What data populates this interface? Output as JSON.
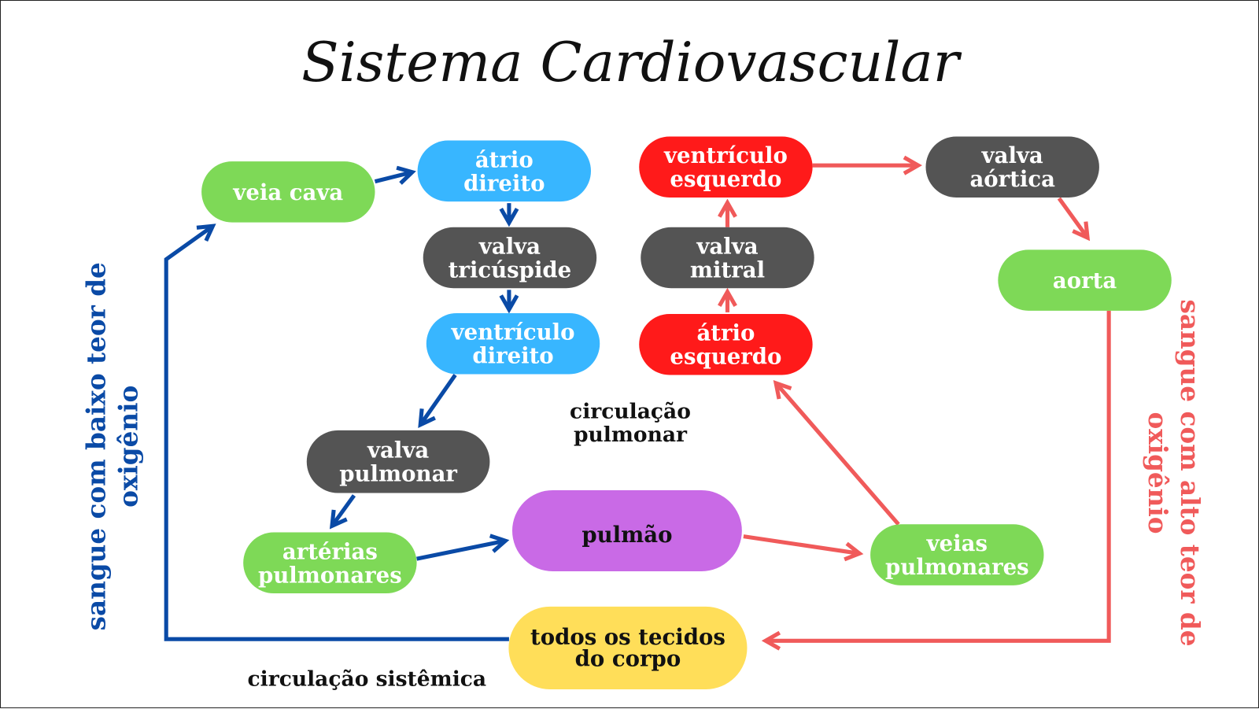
{
  "title": "Sistema Cardiovascular",
  "colors": {
    "green": "#7ed957",
    "blue": "#38b6ff",
    "dark": "#545454",
    "red": "#ff1a1a",
    "purple": "#c96ae6",
    "yellow": "#ffde59",
    "arrow_blue": "#0a4aa6",
    "arrow_red": "#f05a5a"
  },
  "nodes": {
    "veia_cava": {
      "lines": [
        "veia cava"
      ],
      "color": "green"
    },
    "atrio_direito": {
      "lines": [
        "átrio",
        "direito"
      ],
      "color": "blue"
    },
    "valva_tricuspide": {
      "lines": [
        "valva",
        "tricúspide"
      ],
      "color": "dark"
    },
    "ventriculo_direito": {
      "lines": [
        "ventrículo",
        "direito"
      ],
      "color": "blue"
    },
    "valva_pulmonar": {
      "lines": [
        "valva",
        "pulmonar"
      ],
      "color": "dark"
    },
    "arterias_pulmonares": {
      "lines": [
        "artérias",
        "pulmonares"
      ],
      "color": "green"
    },
    "pulmao": {
      "lines": [
        "pulmão"
      ],
      "color": "purple"
    },
    "veias_pulmonares": {
      "lines": [
        "veias",
        "pulmonares"
      ],
      "color": "green"
    },
    "atrio_esquerdo": {
      "lines": [
        "átrio",
        "esquerdo"
      ],
      "color": "red"
    },
    "valva_mitral": {
      "lines": [
        "valva",
        "mitral"
      ],
      "color": "dark"
    },
    "ventriculo_esquerdo": {
      "lines": [
        "ventrículo",
        "esquerdo"
      ],
      "color": "red"
    },
    "valva_aortica": {
      "lines": [
        "valva",
        "aórtica"
      ],
      "color": "dark"
    },
    "aorta": {
      "lines": [
        "aorta"
      ],
      "color": "green"
    },
    "tecidos": {
      "lines": [
        "todos os tecidos",
        "do corpo"
      ],
      "color": "yellow"
    }
  },
  "labels": {
    "circulacao_pulmonar": [
      "circulação",
      "pulmonar"
    ],
    "circulacao_sistemica": "circulação sistêmica",
    "baixo_oxigenio": [
      "sangue com baixo teor de",
      "oxigênio"
    ],
    "alto_oxigenio": [
      "sangue com alto teor de",
      "oxigênio"
    ]
  }
}
